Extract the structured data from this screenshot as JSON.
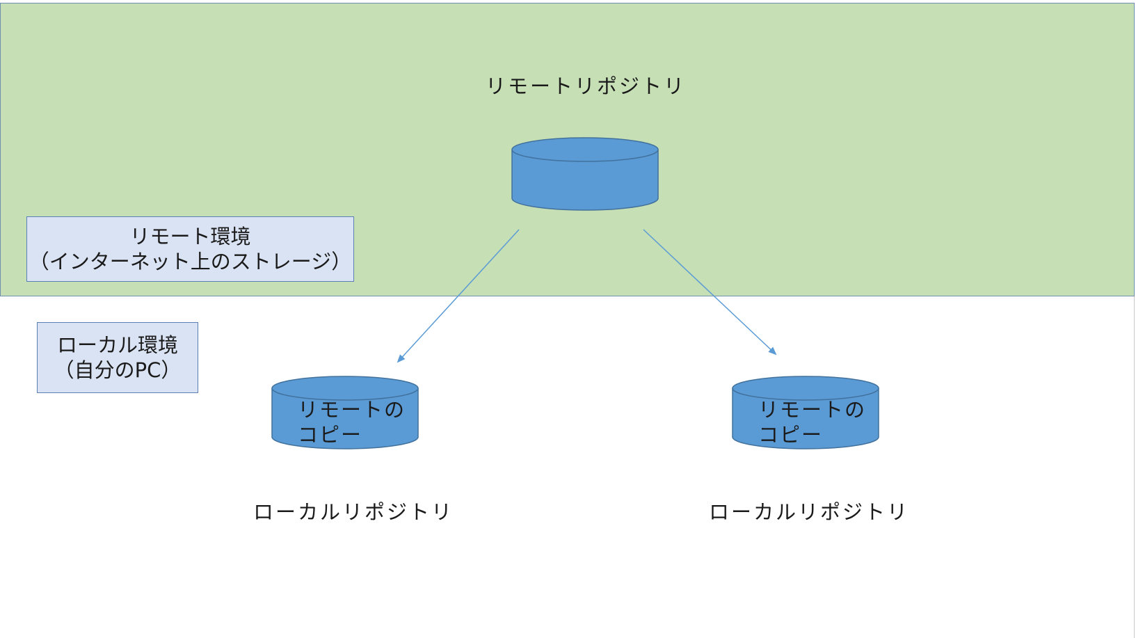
{
  "colors": {
    "remote_band": "#c6dfb5",
    "note_fill": "#dae3f3",
    "cylinder_fill": "#5b9bd5",
    "cylinder_stroke": "#41719c",
    "arrow": "#5b9bd5"
  },
  "remote": {
    "title": "リモートリポジトリ",
    "env_note": {
      "line1": "リモート環境",
      "line2": "（インターネット上のストレージ）"
    }
  },
  "local": {
    "env_note": {
      "line1": "ローカル環境",
      "line2": "（自分のPC）"
    },
    "repos": [
      {
        "copy_line1": "リモートの",
        "copy_line2": "コピー",
        "label": "ローカルリポジトリ"
      },
      {
        "copy_line1": "リモートの",
        "copy_line2": "コピー",
        "label": "ローカルリポジトリ"
      }
    ]
  }
}
